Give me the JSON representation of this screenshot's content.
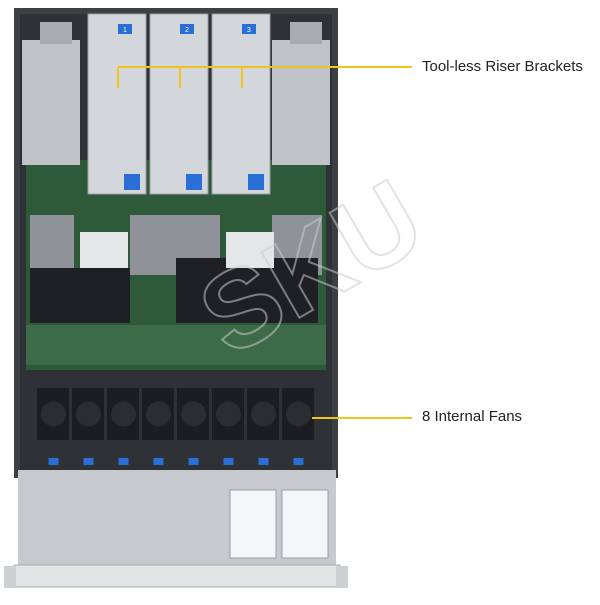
{
  "callouts": {
    "risers": "Tool-less Riser Brackets",
    "fans": "8 Internal Fans"
  },
  "risers": {
    "labels": [
      "1",
      "2",
      "3"
    ]
  },
  "fans": {
    "count": 8
  },
  "watermark": {
    "text": "SKU"
  },
  "colors": {
    "callout_line": "#f0c419",
    "chassis": "#3c3f44",
    "board": "#2f5a3a",
    "riser": "#d3d6da",
    "dimm": "#8f9399",
    "fan": "#1c1d20",
    "accent": "#2a6fd6"
  }
}
